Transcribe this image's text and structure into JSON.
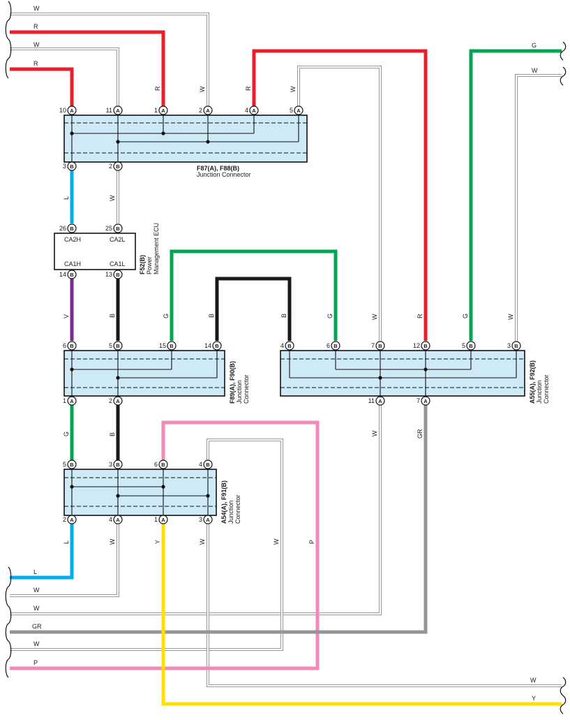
{
  "colors": {
    "R": "#e8202a",
    "G": "#00a651",
    "L": "#00aeef",
    "V": "#7b2d8e",
    "B": "#1a1a1a",
    "W": "#ffffff",
    "GR": "#939598",
    "P": "#f389b8",
    "Y": "#ffe100"
  },
  "wire_labels": {
    "R": "R",
    "W": "W",
    "G": "G",
    "L": "L",
    "B": "B",
    "V": "V",
    "GR": "GR",
    "P": "P",
    "Y": "Y"
  },
  "connectors": {
    "jc1": {
      "code": "F87(A), F88(B)",
      "name": "Junction Connector"
    },
    "ecu": {
      "code": "F52(B)",
      "name1": "Power",
      "name2": "Management ECU",
      "t_ca2h": "CA2H",
      "t_ca2l": "CA2L",
      "t_ca1h": "CA1H",
      "t_ca1l": "CA1L"
    },
    "jc2": {
      "code": "F89(A), F90(B)",
      "name1": "Junction",
      "name2": "Connector"
    },
    "jc3": {
      "code": "A55(A), F92(B)",
      "name1": "Junction",
      "name2": "Connector"
    },
    "jc4": {
      "code": "A54(A), F91(B)",
      "name1": "Junction",
      "name2": "Connector"
    }
  },
  "pins": {
    "jc1_top": [
      {
        "n": "10",
        "s": "A"
      },
      {
        "n": "11",
        "s": "A"
      },
      {
        "n": "1",
        "s": "A"
      },
      {
        "n": "2",
        "s": "A"
      },
      {
        "n": "4",
        "s": "A"
      },
      {
        "n": "5",
        "s": "A"
      }
    ],
    "jc1_bot": [
      {
        "n": "3",
        "s": "B"
      },
      {
        "n": "2",
        "s": "B"
      }
    ],
    "ecu_top": [
      {
        "n": "26",
        "s": "B"
      },
      {
        "n": "25",
        "s": "B"
      }
    ],
    "ecu_bot": [
      {
        "n": "14",
        "s": "B"
      },
      {
        "n": "13",
        "s": "B"
      }
    ],
    "jc2_top": [
      {
        "n": "6",
        "s": "B"
      },
      {
        "n": "5",
        "s": "B"
      },
      {
        "n": "15",
        "s": "B"
      },
      {
        "n": "14",
        "s": "B"
      }
    ],
    "jc2_bot": [
      {
        "n": "1",
        "s": "A"
      },
      {
        "n": "2",
        "s": "A"
      }
    ],
    "jc3_top": [
      {
        "n": "4",
        "s": "B"
      },
      {
        "n": "6",
        "s": "B"
      },
      {
        "n": "7",
        "s": "B"
      },
      {
        "n": "12",
        "s": "B"
      },
      {
        "n": "5",
        "s": "B"
      },
      {
        "n": "3",
        "s": "B"
      }
    ],
    "jc3_bot": [
      {
        "n": "11",
        "s": "A"
      },
      {
        "n": "7",
        "s": "A"
      }
    ],
    "jc4_top": [
      {
        "n": "5",
        "s": "B"
      },
      {
        "n": "3",
        "s": "B"
      },
      {
        "n": "6",
        "s": "B"
      },
      {
        "n": "4",
        "s": "B"
      }
    ],
    "jc4_bot": [
      {
        "n": "2",
        "s": "A"
      },
      {
        "n": "4",
        "s": "A"
      },
      {
        "n": "1",
        "s": "A"
      },
      {
        "n": "3",
        "s": "A"
      }
    ]
  }
}
